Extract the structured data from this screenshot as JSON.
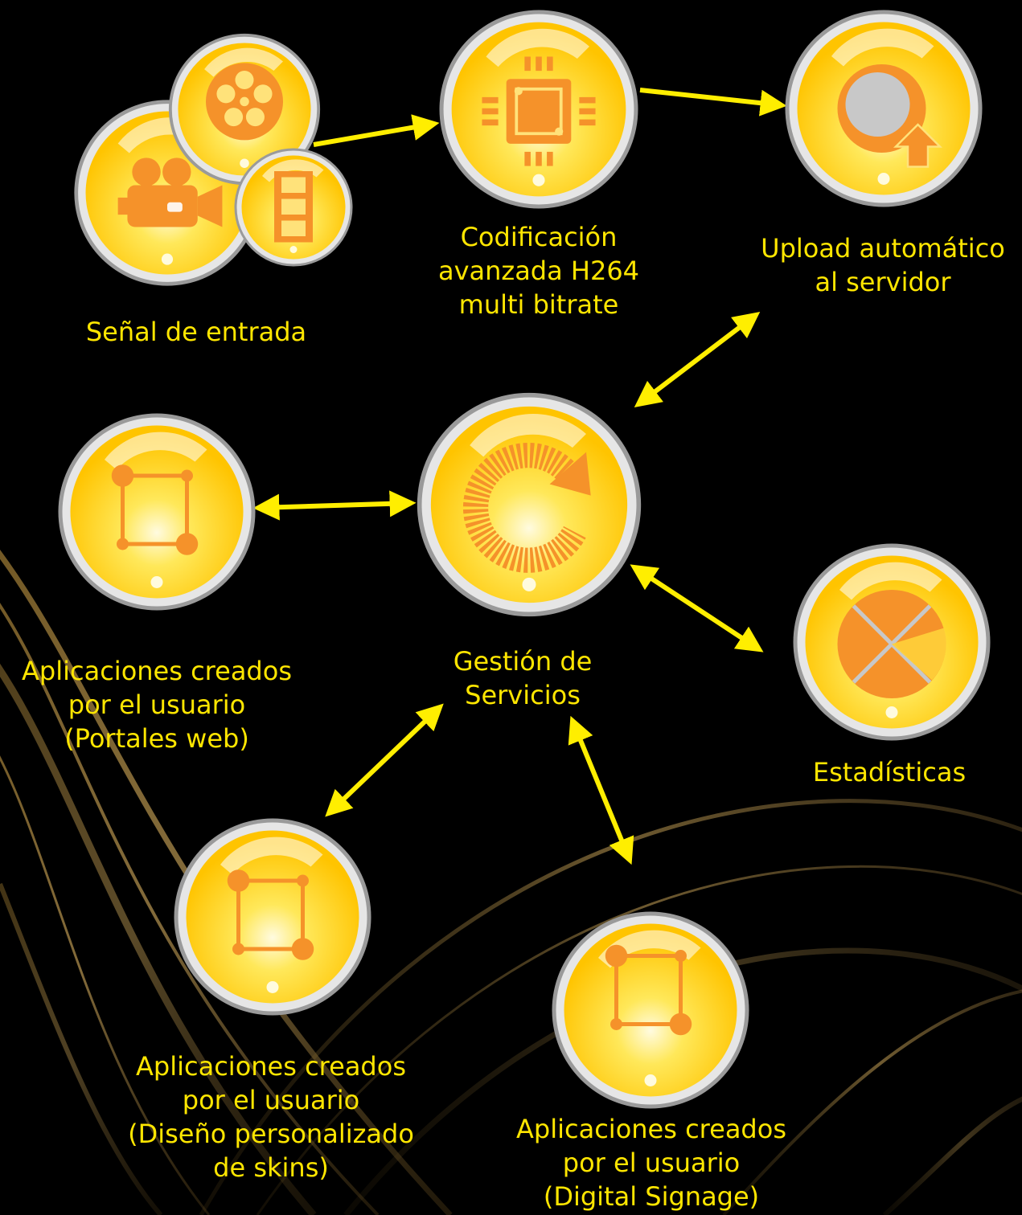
{
  "colors": {
    "text": "#ffe600",
    "arrow": "#ffee00",
    "orb_outer": "#ffc400",
    "orb_inner": "#fffbe0",
    "icon": "#f5922a",
    "bezel": "#c9c9c9",
    "background": "#000000"
  },
  "nodes": {
    "input": {
      "icon": "video-camera-icon",
      "extra_icons": [
        "film-reel-icon",
        "film-strip-icon"
      ],
      "label": [
        "Señal de entrada"
      ]
    },
    "encoding": {
      "icon": "chip-icon",
      "label": [
        "Codificación",
        "avanzada H264",
        "multi bitrate"
      ]
    },
    "upload": {
      "icon": "upload-icon",
      "label": [
        "Upload automático",
        "al servidor"
      ]
    },
    "services": {
      "icon": "refresh-icon",
      "label": [
        "Gestión de",
        "Servicios"
      ]
    },
    "web_portals": {
      "icon": "app-square-icon",
      "label": [
        "Aplicaciones creados",
        "por el usuario",
        "(Portales web)"
      ]
    },
    "statistics": {
      "icon": "pie-chart-icon",
      "label": [
        "Estadísticas"
      ]
    },
    "skins": {
      "icon": "app-square-icon",
      "label": [
        "Aplicaciones creados",
        "por el usuario",
        "(Diseño personalizado",
        "de skins)"
      ]
    },
    "signage": {
      "icon": "app-square-icon",
      "label": [
        "Aplicaciones creados",
        "por el usuario",
        "(Digital Signage)"
      ]
    }
  },
  "connections": [
    {
      "from": "input",
      "to": "encoding",
      "direction": "forward"
    },
    {
      "from": "encoding",
      "to": "upload",
      "direction": "forward"
    },
    {
      "from": "upload",
      "to": "services",
      "direction": "both"
    },
    {
      "from": "web_portals",
      "to": "services",
      "direction": "both"
    },
    {
      "from": "services",
      "to": "statistics",
      "direction": "both"
    },
    {
      "from": "services",
      "to": "skins",
      "direction": "both"
    },
    {
      "from": "services",
      "to": "signage",
      "direction": "both"
    }
  ]
}
